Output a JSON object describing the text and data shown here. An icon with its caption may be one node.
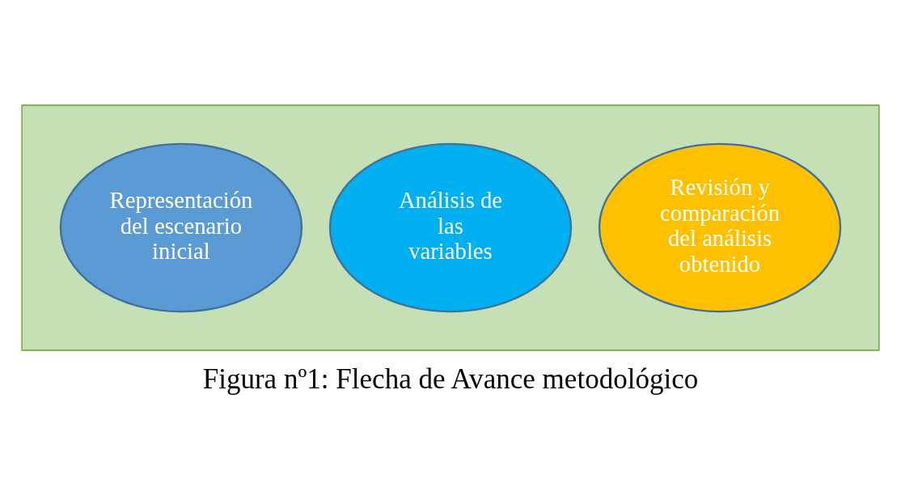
{
  "diagram": {
    "caption": "Figura nº1: Flecha de Avance metodológico",
    "nodes": [
      {
        "text": [],
        "shape": "arrow"
      },
      {
        "text": [
          "Representación del escenario inicial"
        ],
        "in": 0
      },
      {
        "text": [
          "Análisis de las variables"
        ],
        "in": 0
      },
      {
        "text": [
          "Revisión y comparación del análisis obtenido"
        ],
        "in": 0
      }
    ]
  }
}
